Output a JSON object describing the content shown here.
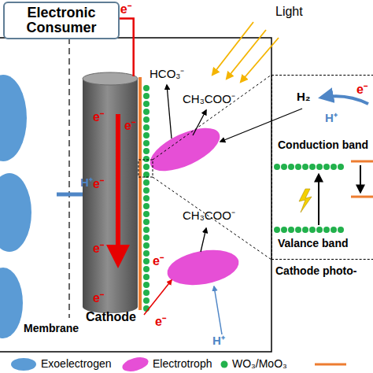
{
  "diagram": {
    "nodes": [
      {
        "text": [
          "Electronic Consumer"
        ]
      },
      {
        "text": [
          "e⁻",
          "e⁻",
          "e⁻",
          "e⁻",
          "e⁻",
          "Cathode"
        ]
      },
      {
        "text": [
          "H₂",
          "H⁺",
          "e⁻",
          "Conduction band",
          "Valance band",
          "Cathode photo-"
        ]
      }
    ],
    "edges": [
      {
        "from": 0,
        "to": 1,
        "label": "e⁻",
        "arrow": "none"
      }
    ],
    "labels": [
      "Light",
      "HCO₃⁻",
      "CH₃COO⁻",
      "CH₃COO⁻",
      "e⁻",
      "e⁻",
      "H⁺",
      "H⁺",
      "Membrane"
    ],
    "legend": [
      {
        "text": "Exoelectrogen"
      },
      {
        "text": "Electrotroph"
      },
      {
        "text": "WO₃/MoO₃"
      }
    ]
  }
}
